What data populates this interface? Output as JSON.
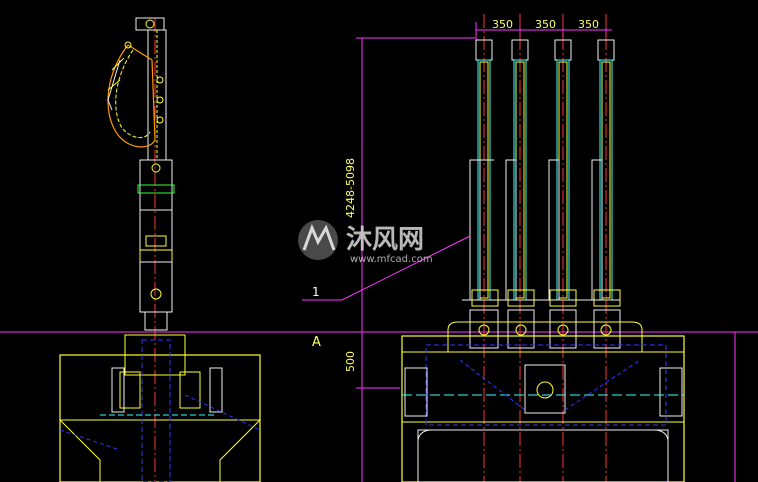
{
  "drawing": {
    "dimensions": {
      "spacing": [
        "350",
        "350",
        "350"
      ],
      "height_vertical": "4248-5098",
      "lower_vertical": "500"
    },
    "leader_label": "1",
    "section_mark": "A"
  },
  "watermark": {
    "brand_cn": "沐风网",
    "url": "www.mfcad.com"
  },
  "colors": {
    "yellow": "#ffff33",
    "white": "#f0f0f0",
    "magenta": "#ff33ff",
    "cyan": "#33ffff",
    "blue": "#3333ff",
    "red": "#ff3333",
    "green": "#33ff33",
    "orange": "#ff9900"
  }
}
